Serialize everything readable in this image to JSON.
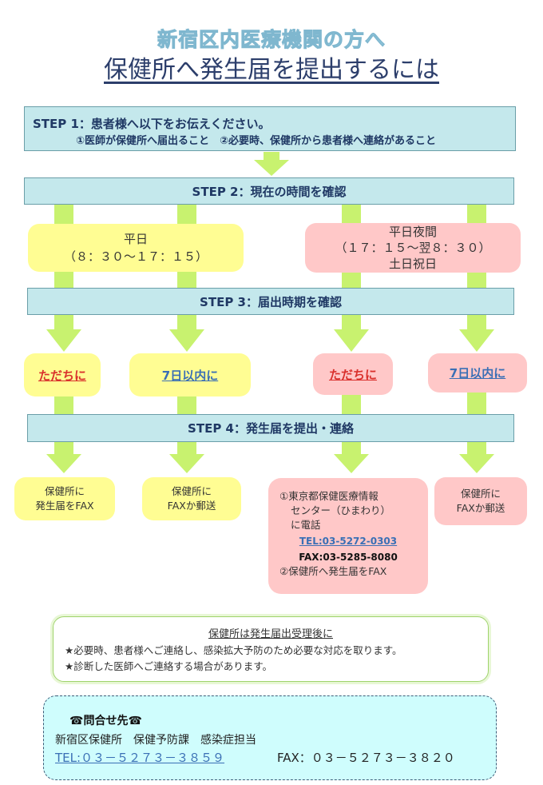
{
  "title": "新宿区内医療機関の方へ",
  "subtitle": "保健所へ発生届を提出するには",
  "step1": {
    "line1": "STEP 1：患者様へ以下をお伝えください。",
    "line2": "①医師が保健所へ届出ること　②必要時、保健所から患者様へ連絡があること"
  },
  "step2": {
    "label": "STEP 2：現在の時間を確認"
  },
  "times": {
    "weekday": {
      "line1": "平日",
      "line2": "（８：３０～１７：１５）"
    },
    "night": {
      "line1": "平日夜間",
      "line2": "（１７：１５～翌８：３０）",
      "line3": "土日祝日"
    }
  },
  "step3": {
    "label": "STEP 3：届出時期を確認"
  },
  "timing": [
    "ただちに",
    "7日以内に",
    "ただちに",
    "7日以内に"
  ],
  "step4": {
    "label": "STEP 4：発生届を提出・連絡"
  },
  "actions": {
    "a1": {
      "line1": "保健所に",
      "line2": "発生届をFAX"
    },
    "a2": {
      "line1": "保健所に",
      "line2": "FAXか郵送"
    },
    "a3": {
      "line1": "①東京都保健医療情報",
      "line2": "センター（ひまわり）",
      "line3": "に電話",
      "tel": "TEL:03-5272-0303",
      "fax": "FAX:03-5285-8080",
      "line4": "②保健所へ発生届をFAX"
    },
    "a4": {
      "line1": "保健所に",
      "line2": "FAXか郵送"
    }
  },
  "notice": {
    "heading": "保健所は発生届出受理後に",
    "bullet1": "★必要時、患者様へご連絡し、感染拡大予防のため必要な対応を取ります。",
    "bullet2": "★診断した医師へご連絡する場合があります。"
  },
  "contact": {
    "heading": "☎問合せ先☎",
    "dept": "新宿区保健所　保健予防課　感染症担当",
    "tel": "TEL:０３－５２７３－３８５９",
    "fax": "FAX：０３－５２７３－３８２０"
  },
  "colors": {
    "step_bg": "#c4e8ec",
    "arrow": "#c8f26f",
    "weekday_box": "#fffd93",
    "night_box": "#ffc8c8",
    "contact_bg": "#cffdfd"
  }
}
